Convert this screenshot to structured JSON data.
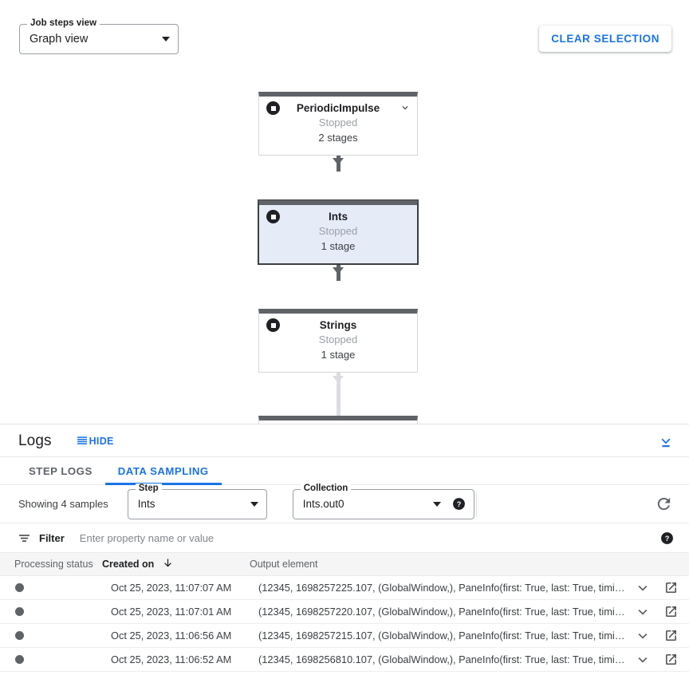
{
  "toolbar": {
    "steps_view": {
      "label": "Job steps view",
      "value": "Graph view"
    },
    "clear_selection_label": "CLEAR SELECTION"
  },
  "graph": {
    "nodes": [
      {
        "title": "PeriodicImpulse",
        "status": "Stopped",
        "stages": "2 stages",
        "selected": false,
        "has_chevron": true
      },
      {
        "title": "Ints",
        "status": "Stopped",
        "stages": "1 stage",
        "selected": true,
        "has_chevron": false
      },
      {
        "title": "Strings",
        "status": "Stopped",
        "stages": "1 stage",
        "selected": false,
        "has_chevron": false
      }
    ],
    "icons": {
      "node_state": "stop-icon",
      "expand": "chevron-down-icon"
    }
  },
  "logs": {
    "title": "Logs",
    "hide_label": "HIDE",
    "hide_icon": "list-lines-icon",
    "collapse_icon": "expand-less-bar-icon",
    "tabs": [
      {
        "label": "STEP LOGS",
        "active": false
      },
      {
        "label": "DATA SAMPLING",
        "active": true
      }
    ]
  },
  "sampling": {
    "showing_text": "Showing 4 samples",
    "step": {
      "label": "Step",
      "value": "Ints"
    },
    "collection": {
      "label": "Collection",
      "value": "Ints.out0"
    },
    "help_icon": "help-icon",
    "refresh_icon": "refresh-icon"
  },
  "filter": {
    "icon": "filter-icon",
    "label": "Filter",
    "placeholder": "Enter property name or value",
    "value": "",
    "help_icon": "help-icon"
  },
  "table": {
    "columns": [
      {
        "key": "status",
        "label": "Processing status",
        "sorted": false
      },
      {
        "key": "created",
        "label": "Created on",
        "sorted": true,
        "sort_direction": "desc",
        "sort_icon": "arrow-downward-icon"
      },
      {
        "key": "output",
        "label": "Output element",
        "sorted": false
      }
    ],
    "rows": [
      {
        "status_dot": "#5f6368",
        "created": "Oct 25, 2023, 11:07:07 AM",
        "output": "(12345, 1698257225.107, (GlobalWindow,), PaneInfo(first: True, last: True, timing…"
      },
      {
        "status_dot": "#5f6368",
        "created": "Oct 25, 2023, 11:07:01 AM",
        "output": "(12345, 1698257220.107, (GlobalWindow,), PaneInfo(first: True, last: True, timing…"
      },
      {
        "status_dot": "#5f6368",
        "created": "Oct 25, 2023, 11:06:56 AM",
        "output": "(12345, 1698257215.107, (GlobalWindow,), PaneInfo(first: True, last: True, timing…"
      },
      {
        "status_dot": "#5f6368",
        "created": "Oct 25, 2023, 11:06:52 AM",
        "output": "(12345, 1698256810.107, (GlobalWindow,), PaneInfo(first: True, last: True, timing…"
      }
    ],
    "row_icons": {
      "expand": "chevron-down-icon",
      "open_in_new": "open-in-new-icon"
    }
  },
  "colors": {
    "accent_blue": "#1a73e8",
    "node_header": "#5f6368",
    "node_selected_bg": "#e6ebf8",
    "status_dot": "#5f6368"
  }
}
